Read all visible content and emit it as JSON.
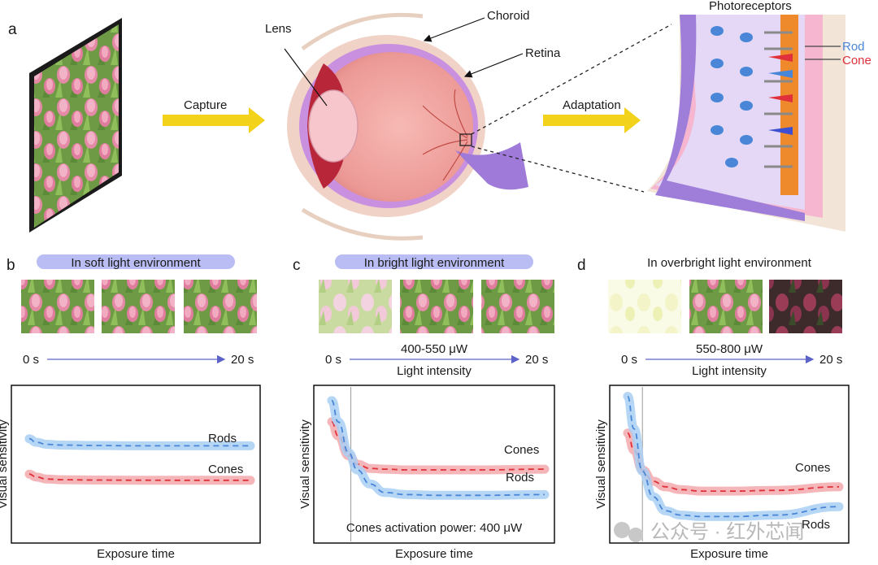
{
  "panel_letters": {
    "a": "a",
    "b": "b",
    "c": "c",
    "d": "d"
  },
  "panel_a": {
    "capture_label": "Capture",
    "adaptation_label": "Adaptation",
    "lens_label": "Lens",
    "choroid_label": "Choroid",
    "retina_label": "Retina",
    "photoreceptors_label": "Photoreceptors",
    "rod_label": "Rod",
    "cone_label": "Cone",
    "colors": {
      "arrow": "#f2d21a",
      "rod": "#4a86d8",
      "cone": "#e0303a"
    }
  },
  "panels": [
    {
      "key": "b",
      "environment": "In soft light environment",
      "time_start": "0 s",
      "time_end": "20 s",
      "intensity_value": "",
      "intensity_label": "",
      "annotation": "",
      "ylabel": "Visual sensitivity",
      "xlabel": "Exposure time",
      "rods_label": "Rods",
      "cones_label": "Cones"
    },
    {
      "key": "c",
      "environment": "In bright light environment",
      "time_start": "0 s",
      "time_end": "20 s",
      "intensity_value": "400-550 μW",
      "intensity_label": "Light intensity",
      "annotation": "Cones activation power: 400 μW",
      "ylabel": "Visual sensitivity",
      "xlabel": "Exposure time",
      "rods_label": "Rods",
      "cones_label": "Cones"
    },
    {
      "key": "d",
      "environment": "In overbright light environment",
      "time_start": "0 s",
      "time_end": "20 s",
      "intensity_value": "550-800 μW",
      "intensity_label": "Light intensity",
      "annotation": "",
      "ylabel": "Visual sensitivity",
      "xlabel": "Exposure time",
      "rods_label": "Rods",
      "cones_label": "Cones"
    }
  ],
  "watermark": "公众号 · 红外芯闻",
  "chart_data": [
    {
      "type": "line",
      "panel": "b",
      "xlabel": "Exposure time",
      "ylabel": "Visual sensitivity",
      "x": [
        0,
        0.03,
        0.08,
        0.15,
        0.3,
        0.5,
        0.7,
        1.0
      ],
      "series": [
        {
          "name": "Rods",
          "color": "#4a86d8",
          "values": [
            0.68,
            0.655,
            0.64,
            0.635,
            0.632,
            0.63,
            0.63,
            0.63
          ]
        },
        {
          "name": "Cones",
          "color": "#e0303a",
          "values": [
            0.43,
            0.41,
            0.395,
            0.39,
            0.388,
            0.387,
            0.386,
            0.386
          ]
        }
      ],
      "xlim": [
        0,
        1
      ],
      "ylim": [
        0,
        1
      ]
    },
    {
      "type": "line",
      "panel": "c",
      "xlabel": "Exposure time",
      "ylabel": "Visual sensitivity",
      "x": [
        0,
        0.03,
        0.08,
        0.12,
        0.18,
        0.25,
        0.35,
        0.5,
        0.7,
        1.0
      ],
      "series": [
        {
          "name": "Cones",
          "color": "#e0303a",
          "values": [
            0.8,
            0.7,
            0.56,
            0.5,
            0.47,
            0.465,
            0.46,
            0.46,
            0.46,
            0.465
          ]
        },
        {
          "name": "Rods",
          "color": "#4a86d8",
          "values": [
            0.95,
            0.8,
            0.58,
            0.46,
            0.36,
            0.3,
            0.285,
            0.28,
            0.28,
            0.285
          ]
        }
      ],
      "vline": 0.09,
      "xlim": [
        0,
        1
      ],
      "ylim": [
        0,
        1
      ]
    },
    {
      "type": "line",
      "panel": "d",
      "xlabel": "Exposure time",
      "ylabel": "Visual sensitivity",
      "x": [
        0,
        0.03,
        0.07,
        0.12,
        0.18,
        0.25,
        0.35,
        0.5,
        0.7,
        1.0
      ],
      "series": [
        {
          "name": "Cones",
          "color": "#e0303a",
          "values": [
            0.72,
            0.6,
            0.46,
            0.38,
            0.34,
            0.32,
            0.31,
            0.31,
            0.315,
            0.34
          ]
        },
        {
          "name": "Rods",
          "color": "#4a86d8",
          "values": [
            0.98,
            0.75,
            0.45,
            0.27,
            0.17,
            0.14,
            0.13,
            0.13,
            0.14,
            0.2
          ]
        }
      ],
      "vline": 0.07,
      "xlim": [
        0,
        1
      ],
      "ylim": [
        0,
        1
      ]
    }
  ]
}
